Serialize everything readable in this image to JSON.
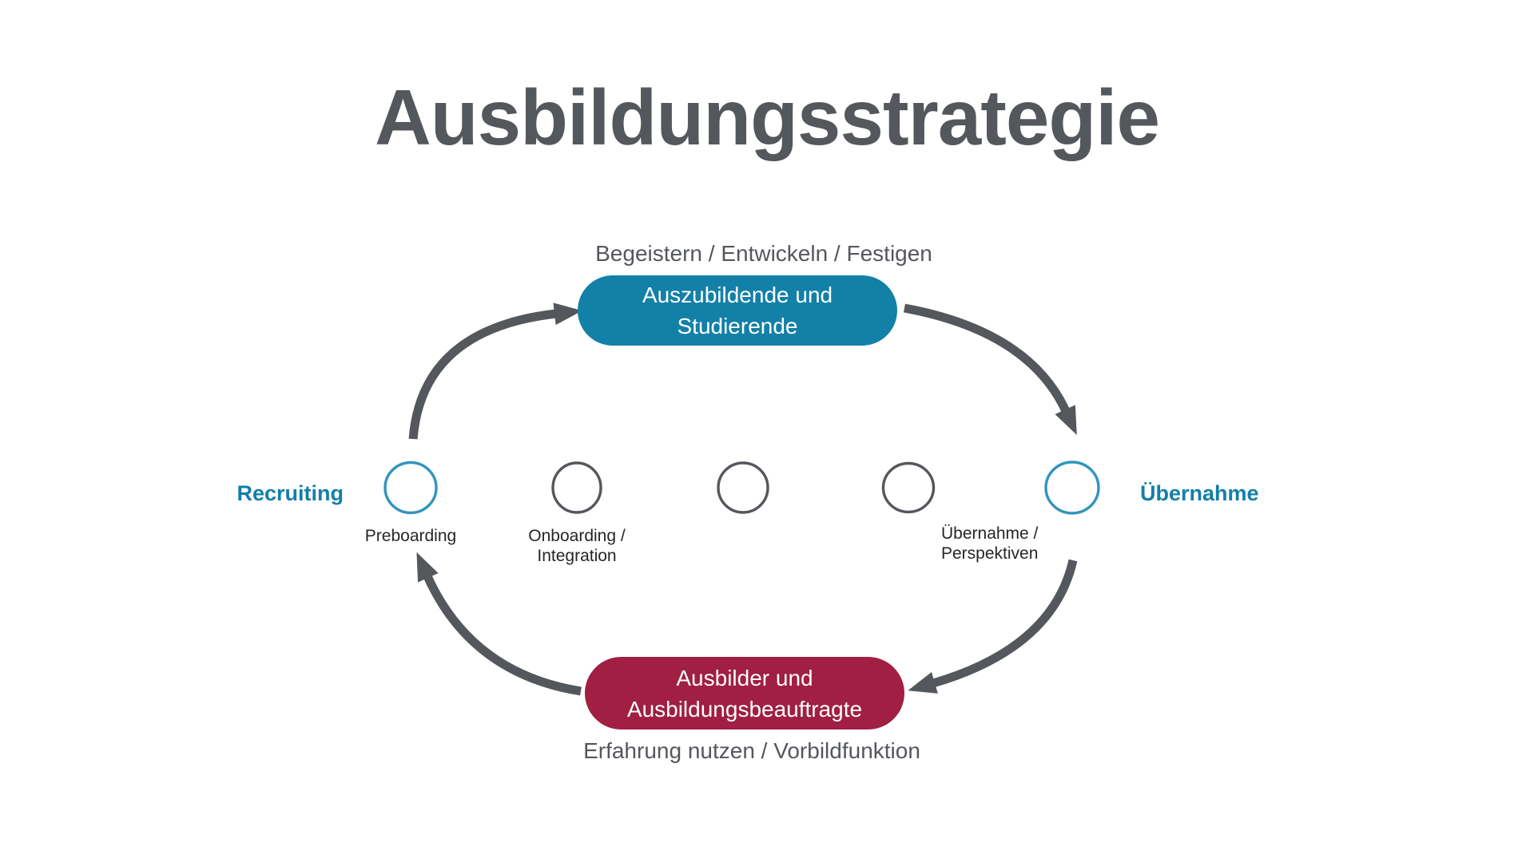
{
  "title": "Ausbildungsstrategie",
  "top_flow": {
    "caption": "Begeistern / Entwickeln / Festigen",
    "node": {
      "line1": "Auszubildende und",
      "line2": "Studierende"
    }
  },
  "bottom_flow": {
    "caption": "Erfahrung nutzen / Vorbildfunktion",
    "node": {
      "line1": "Ausbilder und",
      "line2": "Ausbildungsbeauftragte"
    }
  },
  "timeline": {
    "start_label": "Recruiting",
    "end_label": "Übernahme",
    "stages": [
      {
        "line1": "Preboarding",
        "highlighted": true
      },
      {
        "line1": "Onboarding /",
        "line2": "Integration",
        "highlighted": false
      },
      {
        "highlighted": false
      },
      {
        "line1": "Übernahme /",
        "line2": "Perspektiven",
        "highlighted": false
      },
      {
        "highlighted": true
      }
    ]
  },
  "colors": {
    "teal_node": "#1380A7",
    "teal_circle": "#3295BD",
    "teal_text": "#147FA6",
    "red_node": "#A01F43",
    "arrow_gray": "#54575C",
    "label_dark": "#262626"
  }
}
